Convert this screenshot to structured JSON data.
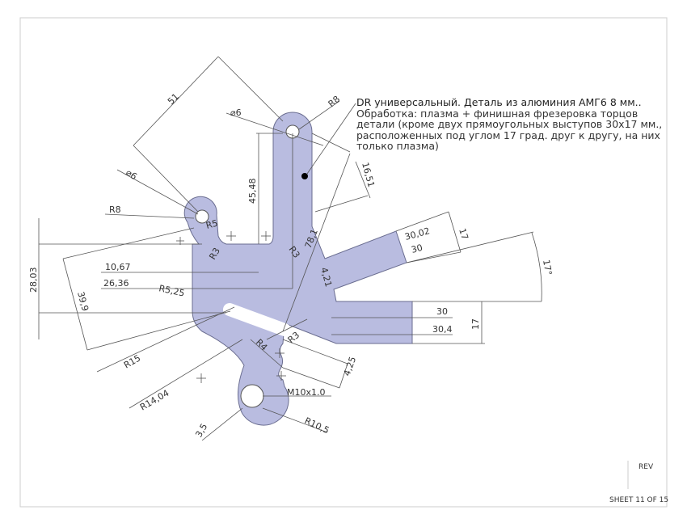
{
  "note": {
    "lines": [
      "DR универсальный. Деталь из алюминия АМГ6 8 мм..",
      "Обработка: плазма + финишная фрезеровка торцов",
      "детали (кроме двух прямоугольных выступов 30х17 мм.,",
      "расположенных под углом 17 град. друг к другу, на них",
      "только плазма)"
    ]
  },
  "dimensions": {
    "d51": "51",
    "dia6_top": "⌀6",
    "r8_top": "R8",
    "dia6_left": "⌀6",
    "r8_left": "R8",
    "r5": "R5",
    "d45_48": "45,48",
    "d16_51": "16,51",
    "d78_1": "78,1",
    "r3_a": "R3",
    "r3_b": "R3",
    "r3_c": "R3",
    "d28_03": "28,03",
    "d39_9": "39,9",
    "d10_67": "10,67",
    "d26_36": "26,36",
    "r5_25": "R5,25",
    "d4_21": "4,21",
    "d30_02": "30,02",
    "d30_upper": "30",
    "d17_upper": "17",
    "angle17": "17°",
    "d30_lower": "30",
    "d30_4": "30,4",
    "d17_lower": "17",
    "r15": "R15",
    "r4": "R4",
    "d4_25": "4,25",
    "m10": "M10x1.0",
    "r14_04": "R14,04",
    "d3_5": "3,5",
    "r10_5": "R10,5"
  },
  "title_block": {
    "rev": "REV",
    "sheet": "SHEET 11 OF 15"
  },
  "colors": {
    "part_fill": "#b9bce0",
    "line": "#555555"
  }
}
